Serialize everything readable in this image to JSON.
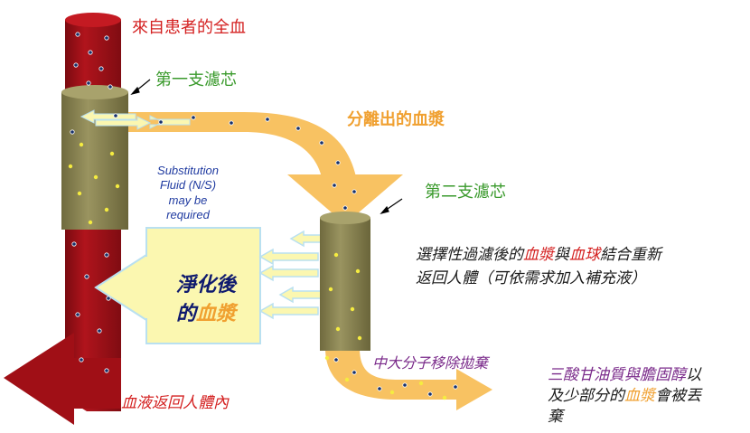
{
  "colors": {
    "blood": "#a00f16",
    "filter": "#8a8450",
    "plasma": "#f8c262",
    "cell_dot": "#16306a",
    "box_fill": "#fbf7b0",
    "label_red": "#d42121",
    "label_green": "#3a9a2c",
    "label_orange": "#f0a030"
  },
  "labels": {
    "whole_blood": "來自患者的全血",
    "first_filter": "第一支濾芯",
    "separated_plasma": "分離出的血漿",
    "second_filter": "第二支濾芯",
    "substitution_fluid": "Substitution Fluid (N/S) may be required",
    "purified_line1": "淨化後",
    "purified_line2_a": "的",
    "purified_line2_b": "血漿",
    "recombine_a": "選擇性過濾後的",
    "recombine_plasma": "血漿",
    "recombine_b": "與",
    "recombine_cells": "血球",
    "recombine_c": "結合重新",
    "recombine_line2": "返回人體（可依需求加入補充液）",
    "macromolecule_discard": "中大分子移除拋棄",
    "discard_line1_a": "三酸甘油質與膽固醇",
    "discard_line1_b": "以",
    "discard_line2_a": "及少部分的",
    "discard_line2_plasma": "血漿",
    "discard_line2_b": "會被丟",
    "discard_line3": "棄",
    "blood_return": "血液返回人體內"
  }
}
